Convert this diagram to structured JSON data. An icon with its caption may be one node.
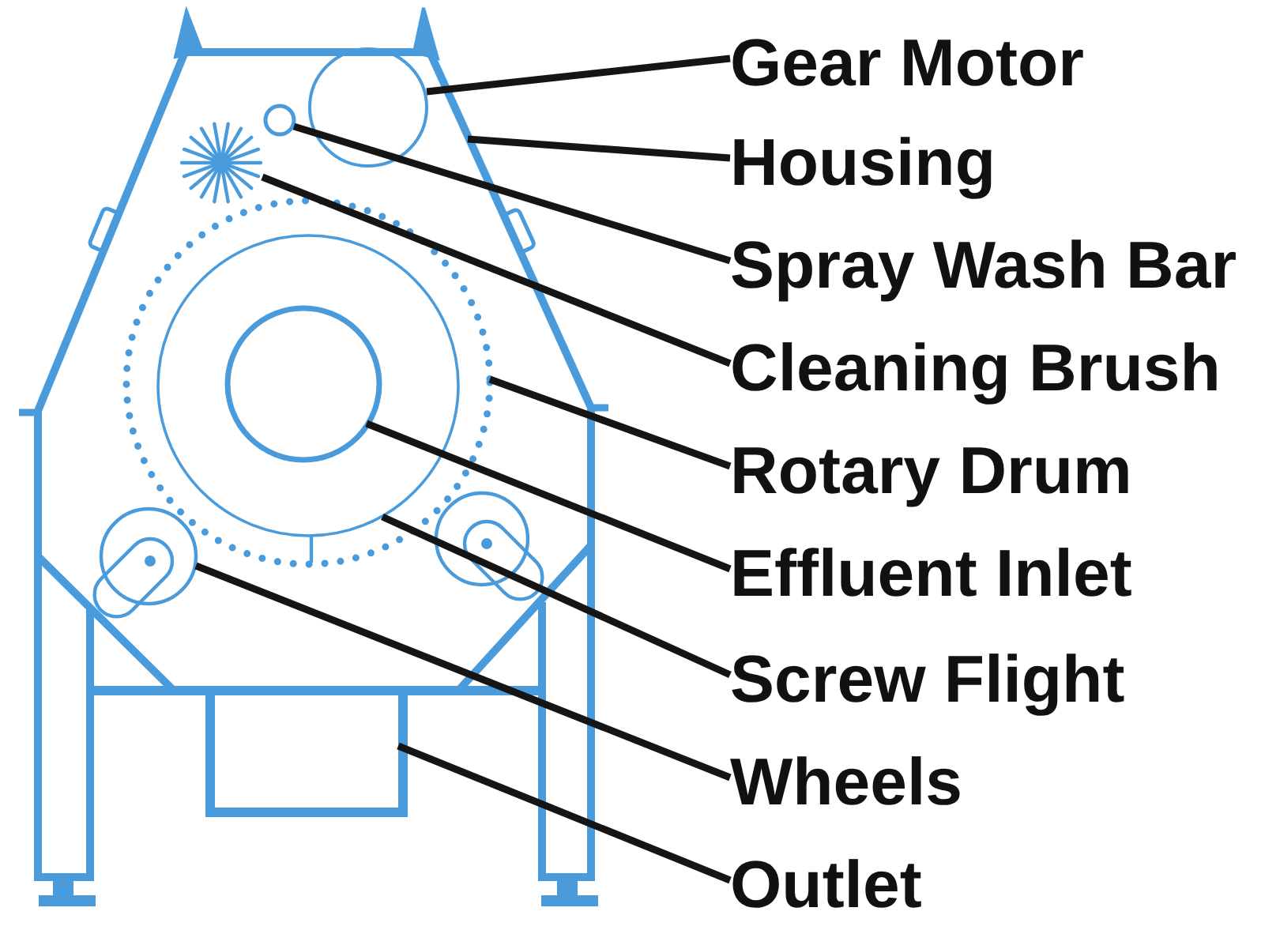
{
  "diagram": {
    "nodes": [
      {
        "text": [
          "Gear Motor"
        ]
      },
      {
        "text": [
          "Housing"
        ]
      },
      {
        "text": [
          "Spray Wash Bar"
        ]
      },
      {
        "text": [
          "Cleaning Brush"
        ]
      },
      {
        "text": [
          "Rotary Drum"
        ]
      },
      {
        "text": [
          "Effluent Inlet"
        ]
      },
      {
        "text": [
          "Screw Flight"
        ]
      },
      {
        "text": [
          "Wheels"
        ]
      },
      {
        "text": [
          "Outlet"
        ]
      },
      {
        "text": [],
        "shape": "circle",
        "in": 10
      },
      {
        "text": [],
        "shape": "picture"
      },
      {
        "text": [],
        "shape": "circle",
        "in": 10
      },
      {
        "text": [],
        "shape": "picture",
        "in": 10
      },
      {
        "text": [],
        "shape": "circle",
        "in": 10
      },
      {
        "text": [],
        "shape": "circle",
        "in": 15
      },
      {
        "text": [],
        "shape": "circle",
        "in": 13
      },
      {
        "text": [],
        "shape": "circle"
      },
      {
        "text": [],
        "shape": "box"
      }
    ],
    "edges": [
      {
        "from": 0,
        "to": 9,
        "arrow": "none"
      },
      {
        "from": 1,
        "to": 10,
        "arrow": "none"
      },
      {
        "from": 2,
        "to": 11,
        "arrow": "none"
      },
      {
        "from": 3,
        "to": 12,
        "arrow": "none"
      },
      {
        "from": 4,
        "to": 13,
        "arrow": "none"
      },
      {
        "from": 5,
        "to": 14,
        "arrow": "none"
      },
      {
        "from": 6,
        "to": 15,
        "arrow": "none"
      },
      {
        "from": 7,
        "to": 16,
        "arrow": "none"
      },
      {
        "from": 8,
        "to": 17,
        "arrow": "none"
      }
    ]
  }
}
